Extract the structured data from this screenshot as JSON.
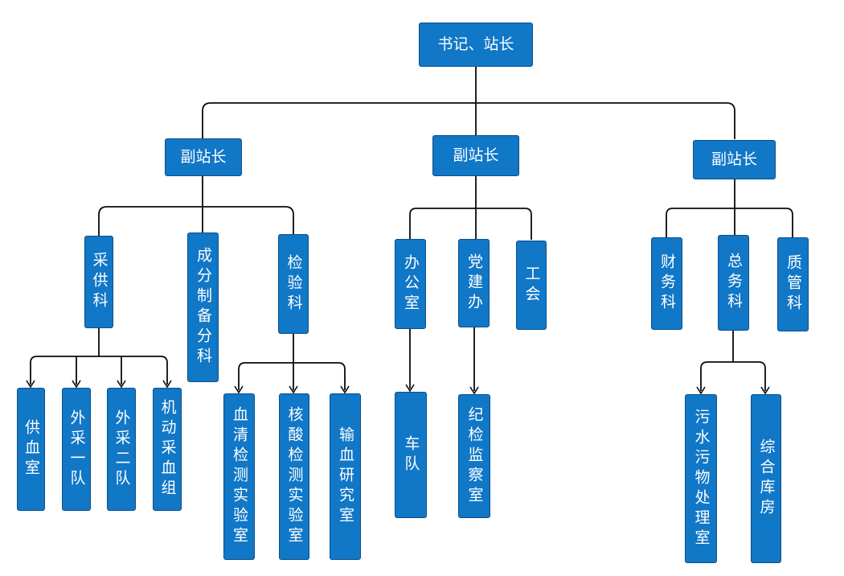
{
  "colors": {
    "box_fill": "#1177C7",
    "box_border": "#0C4F8A",
    "text": "#FFFFFF",
    "line": "#0B0B0B"
  },
  "nodes": {
    "root": "书记、站长",
    "vp1": "副站长",
    "vp2": "副站长",
    "vp3": "副站长",
    "caigongke": "采供科",
    "chengfen": "成分制备分科",
    "jianyanke": "检验科",
    "gongxueshi": "供血室",
    "waicai1": "外采一队",
    "waicai2": "外采二队",
    "jidong": "机动采血组",
    "xueqing": "血清检测实验室",
    "hesuan": "核酸检测实验室",
    "shuxue": "输血研究室",
    "bangongshi": "办公室",
    "dangjianban": "党建办",
    "gonghui": "工会",
    "chedui": "车队",
    "jijian": "纪检监察室",
    "caiwu": "财务科",
    "zongwu": "总务科",
    "zhiguan": "质管科",
    "wushui": "污水污物处理室",
    "zonghe": "综合库房"
  }
}
